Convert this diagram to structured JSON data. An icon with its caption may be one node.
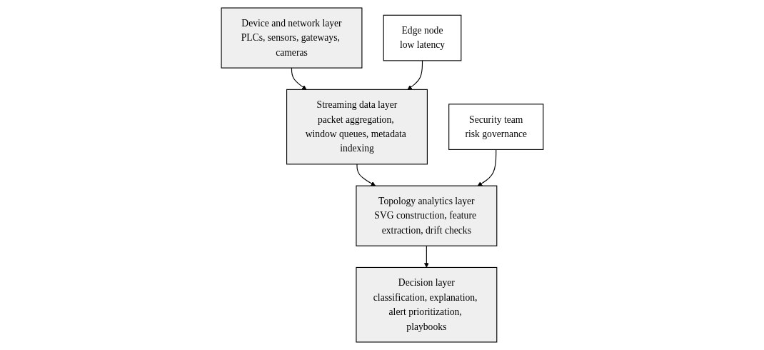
{
  "diagram": {
    "nodes": [
      {
        "text": [
          "Device and network layer",
          "PLCs, sensors, gateways, cameras"
        ]
      },
      {
        "text": [
          "Streaming data layer",
          "packet aggregation, window queues, metadata indexing"
        ]
      },
      {
        "text": [
          "Topology analytics layer",
          "SVG construction, feature extraction, drift checks"
        ]
      },
      {
        "text": [
          "Decision layer",
          "classification, explanation, alert prioritization, playbooks"
        ]
      },
      {
        "text": [
          "Edge node",
          "low latency"
        ]
      },
      {
        "text": [
          "Security team",
          "risk governance"
        ]
      }
    ],
    "edges": [
      {
        "from": 0,
        "to": 1,
        "arrow": "to"
      },
      {
        "from": 1,
        "to": 2,
        "arrow": "to"
      },
      {
        "from": 2,
        "to": 3,
        "arrow": "to"
      },
      {
        "from": 4,
        "to": 1,
        "arrow": "to"
      },
      {
        "from": 5,
        "to": 2,
        "arrow": "to"
      }
    ]
  }
}
